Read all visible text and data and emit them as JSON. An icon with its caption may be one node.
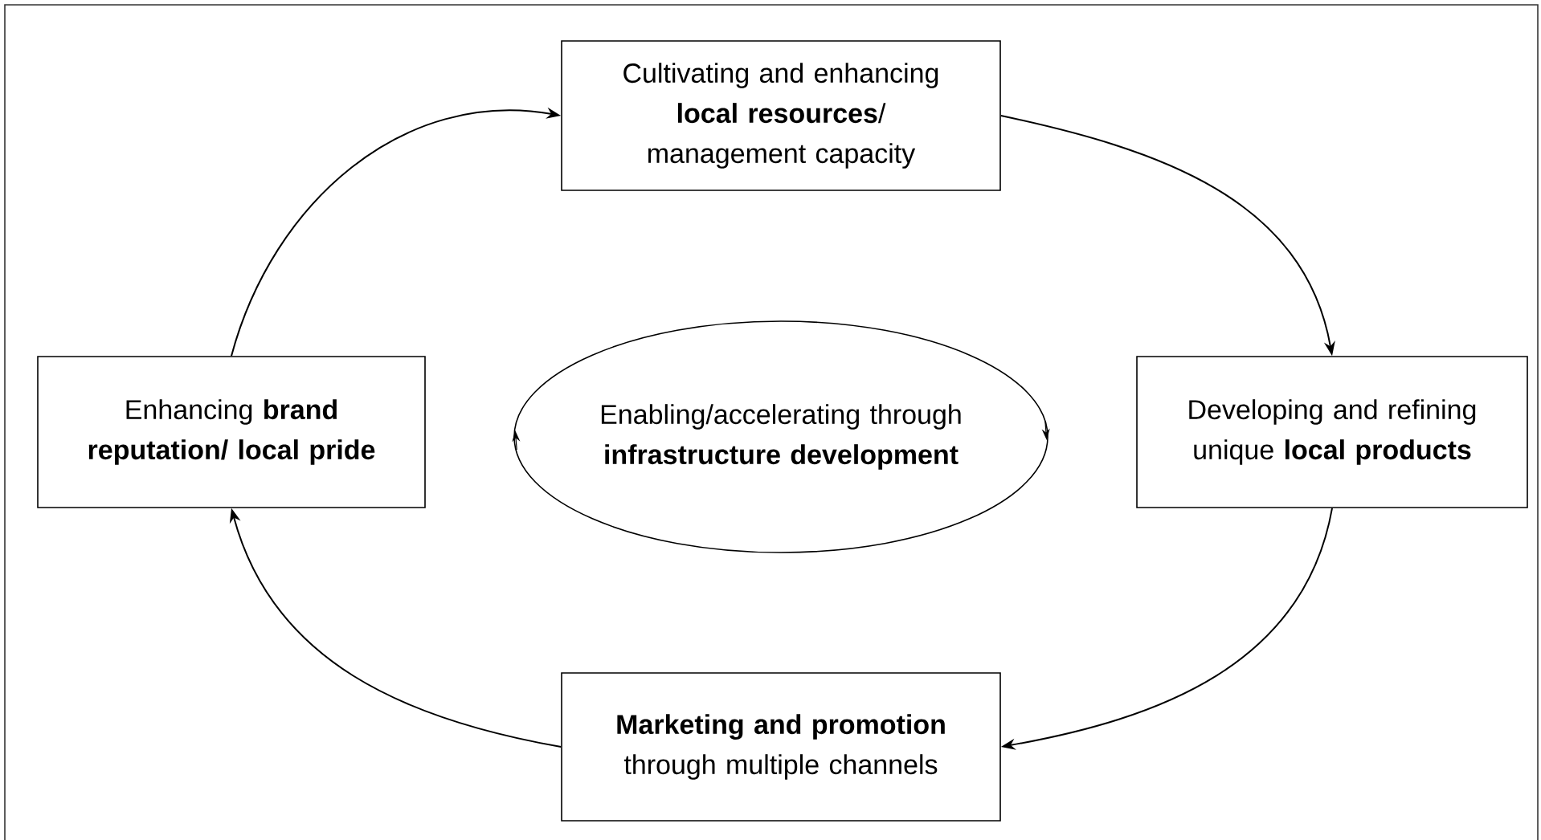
{
  "diagram": {
    "nodes": [
      {
        "text": [
          "Cultivating and enhancing **local resources**/ management capacity"
        ]
      },
      {
        "text": [
          "Developing and refining unique **local products**"
        ]
      },
      {
        "text": [
          "**Marketing and promotion** through multiple channels"
        ]
      },
      {
        "text": [
          "Enhancing **brand reputation/ local pride**"
        ]
      },
      {
        "text": [
          "Enabling/accelerating through **infrastructure development**"
        ]
      }
    ],
    "edges": [
      {
        "from": 0,
        "to": 1,
        "arrow": "to"
      },
      {
        "from": 1,
        "to": 2,
        "arrow": "to"
      },
      {
        "from": 2,
        "to": 3,
        "arrow": "to"
      },
      {
        "from": 3,
        "to": 0,
        "arrow": "to"
      }
    ]
  }
}
